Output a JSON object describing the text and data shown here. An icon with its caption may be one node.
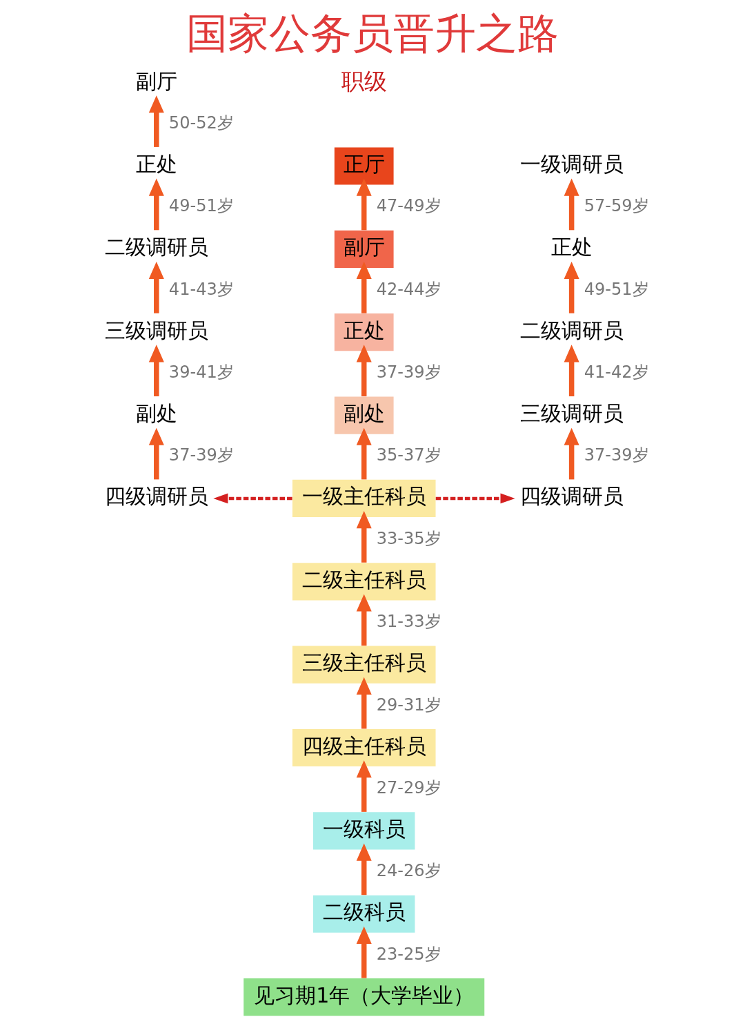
{
  "diagram": {
    "title": "国家公务员晋升之路",
    "nodes": [
      {
        "text": [
          "正厅"
        ]
      },
      {
        "text": [
          "副厅"
        ]
      },
      {
        "text": [
          "正处"
        ]
      },
      {
        "text": [
          "副处"
        ]
      },
      {
        "text": [
          "一级主任科员"
        ]
      },
      {
        "text": [
          "二级主任科员"
        ]
      },
      {
        "text": [
          "三级主任科员"
        ]
      },
      {
        "text": [
          "四级主任科员"
        ]
      },
      {
        "text": [
          "一级科员"
        ]
      },
      {
        "text": [
          "二级科员"
        ]
      },
      {
        "text": [
          "见习期1年（大学毕业）"
        ]
      },
      {
        "text": [
          "副厅"
        ]
      },
      {
        "text": [
          "正处"
        ]
      },
      {
        "text": [
          "二级调研员"
        ]
      },
      {
        "text": [
          "三级调研员"
        ]
      },
      {
        "text": [
          "副处"
        ]
      },
      {
        "text": [
          "四级调研员"
        ]
      },
      {
        "text": [
          "一级调研员"
        ]
      },
      {
        "text": [
          "正处"
        ]
      },
      {
        "text": [
          "二级调研员"
        ]
      },
      {
        "text": [
          "三级调研员"
        ]
      },
      {
        "text": [
          "四级调研员"
        ]
      }
    ],
    "edges": [
      {
        "from": 10,
        "to": 9,
        "arrow": "to",
        "label": "23-25岁"
      },
      {
        "from": 9,
        "to": 8,
        "arrow": "to",
        "label": "24-26岁"
      },
      {
        "from": 8,
        "to": 7,
        "arrow": "to",
        "label": "27-29岁"
      },
      {
        "from": 7,
        "to": 6,
        "arrow": "to",
        "label": "29-31岁"
      },
      {
        "from": 6,
        "to": 5,
        "arrow": "to",
        "label": "31-33岁"
      },
      {
        "from": 5,
        "to": 4,
        "arrow": "to",
        "label": "33-35岁"
      },
      {
        "from": 4,
        "to": 3,
        "arrow": "to",
        "label": "35-37岁"
      },
      {
        "from": 3,
        "to": 2,
        "arrow": "to",
        "label": "37-39岁"
      },
      {
        "from": 2,
        "to": 1,
        "arrow": "to",
        "label": "42-44岁"
      },
      {
        "from": 1,
        "to": 0,
        "arrow": "to",
        "label": "47-49岁"
      },
      {
        "from": 16,
        "to": 15,
        "arrow": "to",
        "label": "37-39岁"
      },
      {
        "from": 15,
        "to": 14,
        "arrow": "to",
        "label": "39-41岁"
      },
      {
        "from": 14,
        "to": 13,
        "arrow": "to",
        "label": "41-43岁"
      },
      {
        "from": 13,
        "to": 12,
        "arrow": "to",
        "label": "49-51岁"
      },
      {
        "from": 12,
        "to": 11,
        "arrow": "to",
        "label": "50-52岁"
      },
      {
        "from": 21,
        "to": 20,
        "arrow": "to",
        "label": "37-39岁"
      },
      {
        "from": 20,
        "to": 19,
        "arrow": "to",
        "label": "41-42岁"
      },
      {
        "from": 19,
        "to": 18,
        "arrow": "to",
        "label": "49-51岁"
      },
      {
        "from": 18,
        "to": 17,
        "arrow": "to",
        "label": "57-59岁"
      },
      {
        "from": 4,
        "to": 16,
        "arrow": "to",
        "style": "dashed",
        "color": "#d42020"
      },
      {
        "from": 4,
        "to": 21,
        "arrow": "to",
        "style": "dashed",
        "color": "#d42020"
      }
    ],
    "labels": [
      "职级"
    ]
  }
}
